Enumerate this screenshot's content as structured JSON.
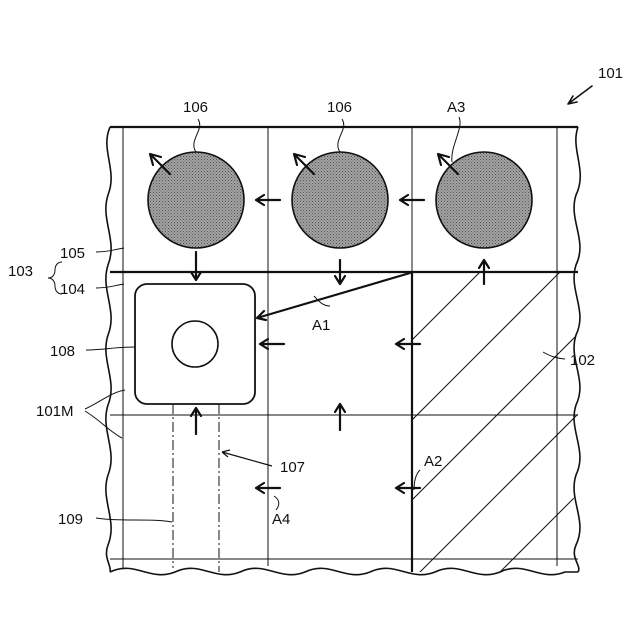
{
  "labels": {
    "fig": "101",
    "dot_a": "106",
    "dot_b": "106",
    "dot_c": "A3",
    "upper_layer": "105",
    "lower_layer": "104",
    "layer_stack": "103",
    "pad": "108",
    "sheet": "101M",
    "hatched": "102",
    "arrow_a1": "A1",
    "arrow_a2": "A2",
    "arrow_a4": "A4",
    "trace_a": "107",
    "trace_b": "109"
  },
  "colors": {
    "ink": "#111111",
    "dot_fill": "#9a9a9a",
    "paper": "#ffffff"
  }
}
